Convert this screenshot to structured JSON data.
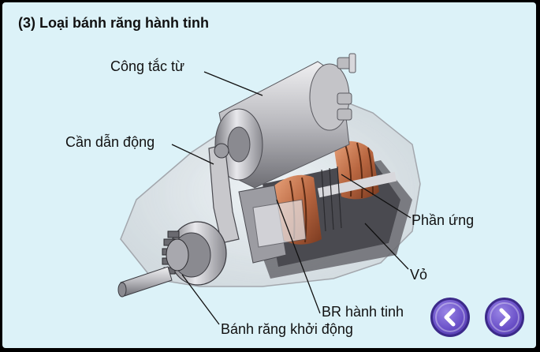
{
  "title": "(3) Loại bánh răng hành tinh",
  "labels": {
    "cong_tac_tu": "Công tắc từ",
    "can_dan_dong": "Cần dẫn động",
    "phan_ung": "Phần ứng",
    "vo": "Vỏ",
    "br_hanh_tinh": "BR hành tinh",
    "banh_rang_khoi_dong": "Bánh răng khởi động"
  },
  "nav": {
    "prev_icon": "chevron-left-icon",
    "next_icon": "chevron-right-icon"
  },
  "colors": {
    "background": "#dcf2f8",
    "nav_button": "#6a50c8",
    "coil": "#c0704a"
  }
}
